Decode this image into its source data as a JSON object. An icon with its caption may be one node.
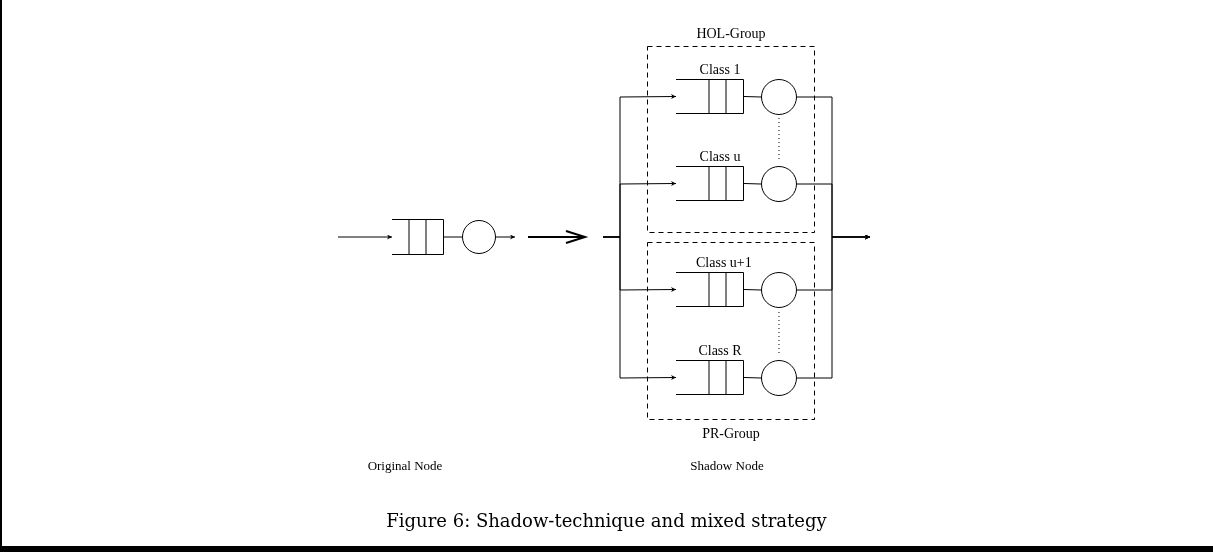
{
  "diagram": {
    "caption": "Figure 6: Shadow-technique and mixed strategy",
    "nodes": [
      {
        "text": [],
        "shape": "box"
      },
      {
        "text": [],
        "shape": "circle"
      },
      {
        "text": [
          "HOL-Group"
        ]
      },
      {
        "text": [
          "Class 1"
        ],
        "in": 2
      },
      {
        "text": [],
        "shape": "circle",
        "in": 2
      },
      {
        "text": [
          "Class u"
        ],
        "in": 2
      },
      {
        "text": [],
        "shape": "circle",
        "in": 2
      },
      {
        "text": [
          "PR-Group"
        ]
      },
      {
        "text": [
          "Class u+1"
        ],
        "in": 7
      },
      {
        "text": [],
        "shape": "circle",
        "in": 7
      },
      {
        "text": [
          "Class R"
        ],
        "in": 7
      },
      {
        "text": [],
        "shape": "circle",
        "in": 7
      }
    ],
    "edges": [
      {
        "from": null,
        "to": 0,
        "arrow": "to"
      },
      {
        "from": 0,
        "to": 1,
        "arrow": "none"
      },
      {
        "from": 1,
        "to": null,
        "arrow": "to"
      },
      {
        "from": null,
        "to": 3,
        "arrow": "to"
      },
      {
        "from": 3,
        "to": 4,
        "arrow": "none"
      },
      {
        "from": 4,
        "to": null,
        "arrow": "to"
      },
      {
        "from": null,
        "to": 5,
        "arrow": "to"
      },
      {
        "from": 5,
        "to": 6,
        "arrow": "none"
      },
      {
        "from": 6,
        "to": null,
        "arrow": "to"
      },
      {
        "from": null,
        "to": 8,
        "arrow": "to"
      },
      {
        "from": 8,
        "to": 9,
        "arrow": "none"
      },
      {
        "from": 9,
        "to": null,
        "arrow": "to"
      },
      {
        "from": null,
        "to": 10,
        "arrow": "to"
      },
      {
        "from": 10,
        "to": 11,
        "arrow": "none"
      },
      {
        "from": 11,
        "to": null,
        "arrow": "to"
      }
    ],
    "labels": [
      "Original Node",
      "Shadow Node"
    ]
  }
}
